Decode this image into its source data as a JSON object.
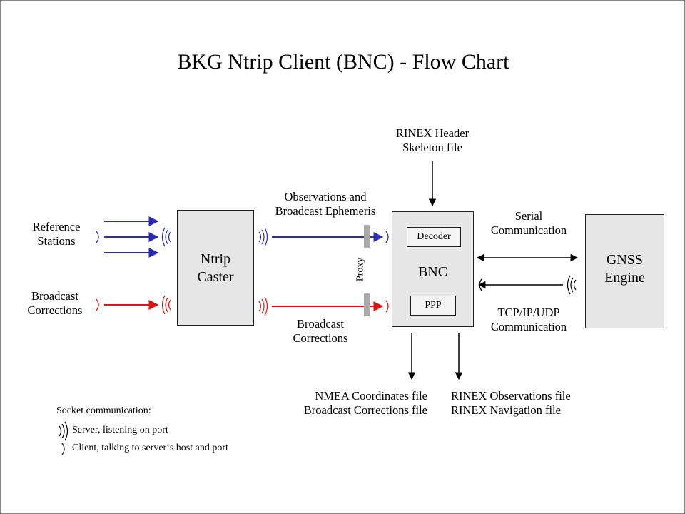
{
  "title": "BKG Ntrip Client (BNC)  -  Flow Chart",
  "inputs": {
    "reference_stations": [
      "Reference",
      "Stations"
    ],
    "broadcast_corrections": [
      "Broadcast",
      "Corrections"
    ]
  },
  "ntrip_caster": [
    "Ntrip",
    "Caster"
  ],
  "links": {
    "obs_eph": [
      "Observations and",
      "Broadcast Ephemeris"
    ],
    "broadcast_corrections": [
      "Broadcast",
      "Corrections"
    ],
    "proxy": "Proxy"
  },
  "rinex_header": [
    "RINEX Header",
    "Skeleton file"
  ],
  "bnc": {
    "label": "BNC",
    "decoder": "Decoder",
    "ppp": "PPP"
  },
  "gnss_engine": [
    "GNSS",
    "Engine"
  ],
  "serial": [
    "Serial",
    "Communication"
  ],
  "tcp": [
    "TCP/IP/UDP",
    "Communication"
  ],
  "outputs": {
    "nmea": [
      "NMEA Coordinates file",
      "Broadcast Corrections file"
    ],
    "rinex": [
      "RINEX Observations file",
      "RINEX Navigation file"
    ]
  },
  "legend": {
    "title": "Socket communication:",
    "server": "Server, listening  on port",
    "client": "Client, talking to server‘s host and port"
  },
  "colors": {
    "blue": "#2b2bb0",
    "red": "#e01010",
    "box_fill": "#e6e6e6"
  }
}
